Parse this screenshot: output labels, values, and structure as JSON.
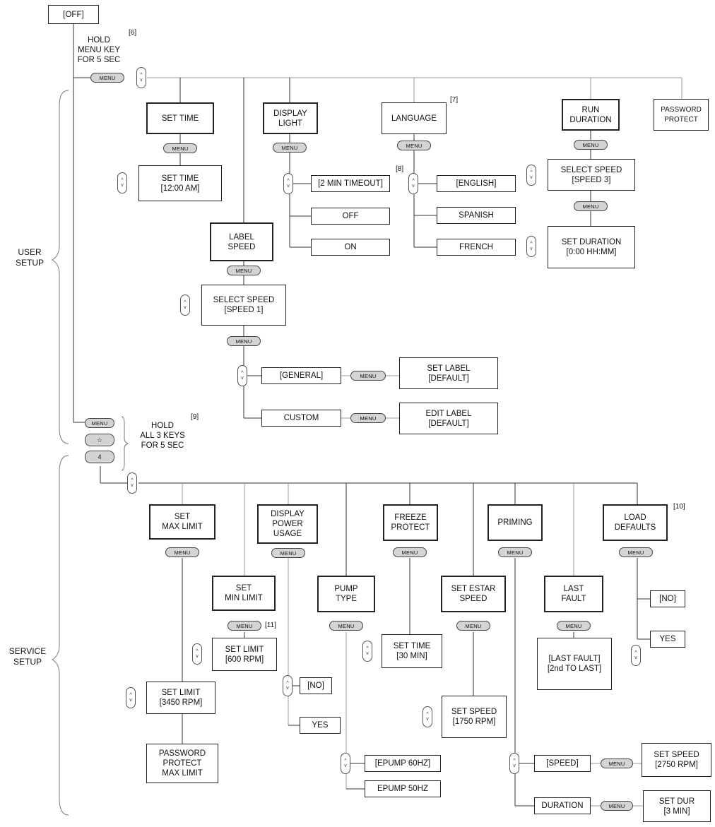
{
  "glyphs": {
    "menu_key": "MENU",
    "up_arrow": "^",
    "down_arrow": "v",
    "star": "☆",
    "speed_key": "4"
  },
  "top": {
    "off": "[OFF]",
    "hold_menu": "HOLD\nMENU KEY\nFOR 5 SEC",
    "note_6": "[6]",
    "hold_all": "HOLD\nALL 3 KEYS\nFOR 5 SEC",
    "note_9": "[9]"
  },
  "sections": {
    "user": "USER\nSETUP",
    "service": "SERVICE\nSETUP"
  },
  "user": {
    "set_time": "SET TIME",
    "set_time_value": "SET TIME\n[12:00 AM]",
    "display_light": "DISPLAY\nLIGHT",
    "dl_2min": "[2 MIN TIMEOUT]",
    "note_8": "[8]",
    "dl_off": "OFF",
    "dl_on": "ON",
    "label_speed": "LABEL\nSPEED",
    "ls_select": "SELECT SPEED\n[SPEED 1]",
    "ls_general": "[GENERAL]",
    "ls_custom": "CUSTOM",
    "ls_set_label": "SET LABEL\n[DEFAULT]",
    "ls_edit_label": "EDIT LABEL\n[DEFAULT]",
    "language": "LANGUAGE",
    "note_7": "[7]",
    "lang_english": "[ENGLISH]",
    "lang_spanish": "SPANISH",
    "lang_french": "FRENCH",
    "run_duration": "RUN\nDURATION",
    "rd_select": "SELECT SPEED\n[SPEED 3]",
    "rd_set_duration": "SET DURATION\n[0:00 HH:MM]",
    "password_protect": "PASSWORD\nPROTECT"
  },
  "service": {
    "set_max": "SET\nMAX LIMIT",
    "max_value": "SET LIMIT\n[3450 RPM]",
    "max_password": "PASSWORD\nPROTECT\nMAX LIMIT",
    "set_min": "SET\nMIN LIMIT",
    "note_11": "[11]",
    "min_value": "SET LIMIT\n[600 RPM]",
    "display_power": "DISPLAY\nPOWER\nUSAGE",
    "dp_no": "[NO]",
    "dp_yes": "YES",
    "pump_type": "PUMP\nTYPE",
    "pt_60": "[EPUMP 60HZ]",
    "pt_50": "EPUMP 50HZ",
    "freeze": "FREEZE\nPROTECT",
    "freeze_value": "SET TIME\n[30 MIN]",
    "estar": "SET ESTAR\nSPEED",
    "estar_value": "SET SPEED\n[1750 RPM]",
    "priming": "PRIMING",
    "pr_speed": "[SPEED]",
    "pr_duration": "DURATION",
    "pr_speed_value": "SET SPEED\n[2750 RPM]",
    "pr_dur_value": "SET DUR\n[3 MIN]",
    "last_fault": "LAST\nFAULT",
    "lf_value": "[LAST FAULT]\n[2nd TO LAST]",
    "load_defaults": "LOAD\nDEFAULTS",
    "note_10": "[10]",
    "ld_no": "[NO]",
    "ld_yes": "YES"
  }
}
